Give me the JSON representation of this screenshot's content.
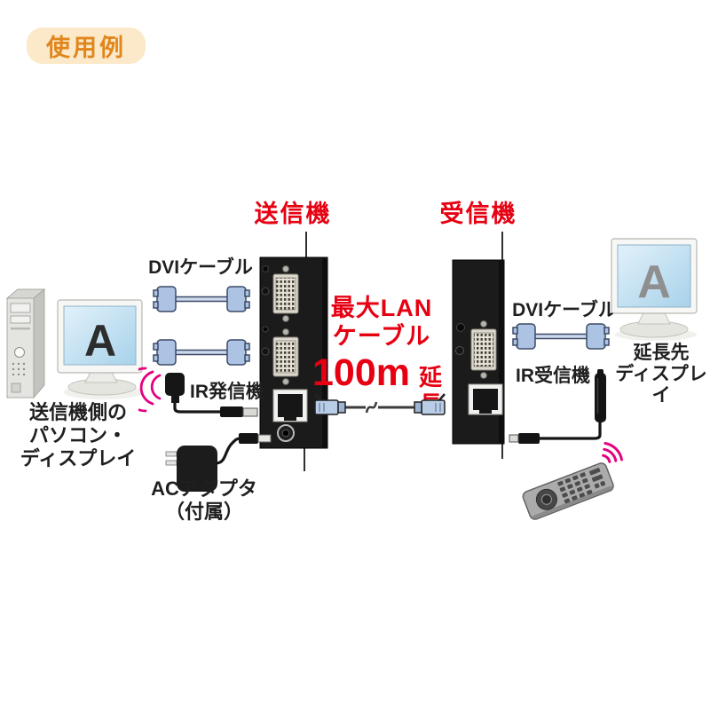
{
  "badge": {
    "label": "使用例"
  },
  "transmitter": {
    "label": "送信機"
  },
  "receiver": {
    "label": "受信機"
  },
  "left_group": {
    "caption": [
      "送信機側の",
      "パソコン・",
      "ディスプレイ"
    ],
    "monitor_letter": "A",
    "dvi_cable_label": "DVIケーブル",
    "ir_transmitter_label": "IR発信機",
    "ac_adapter_label": "ACアダプタ",
    "ac_adapter_note": "（付属）"
  },
  "center": {
    "line1": "最大LAN",
    "line2": "ケーブル",
    "distance": "100m",
    "distance_suffix": "延長"
  },
  "right_group": {
    "dvi_cable_label": "DVIケーブル",
    "ir_receiver_label": "IR受信機",
    "monitor_letter": "A",
    "caption": [
      "延長先",
      "ディスプレイ"
    ]
  },
  "colors": {
    "accent_red": "#e60012",
    "signal_magenta": "#e5007f",
    "badge_bg": "#fbe9c9",
    "badge_text": "#e1861c",
    "dvi_connector_blue": "#adc3e4",
    "screen_blue": "#c9e5f5",
    "device_black": "#1b1b1b"
  }
}
